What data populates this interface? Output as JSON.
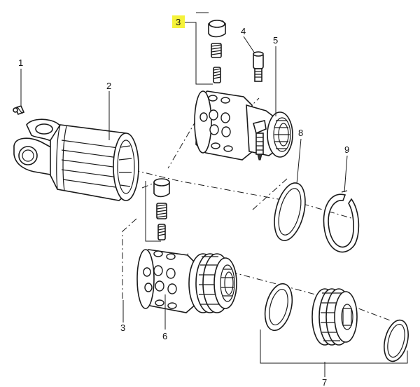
{
  "callouts": [
    {
      "id": "1",
      "text": "1"
    },
    {
      "id": "2",
      "text": "2"
    },
    {
      "id": "3a",
      "text": "3",
      "highlight": "#f5f23a"
    },
    {
      "id": "3b",
      "text": "3"
    },
    {
      "id": "4",
      "text": "4"
    },
    {
      "id": "5",
      "text": "5"
    },
    {
      "id": "6",
      "text": "6"
    },
    {
      "id": "7",
      "text": "7"
    },
    {
      "id": "8",
      "text": "8"
    },
    {
      "id": "9",
      "text": "9"
    }
  ],
  "colors": {
    "line": "#1a1a1a",
    "highlight": "#f5f23a",
    "background": "#ffffff"
  }
}
